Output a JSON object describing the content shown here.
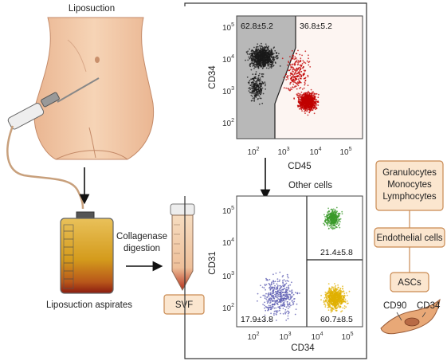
{
  "labels": {
    "liposuction": "Liposuction",
    "aspirates": "Liposuction aspirates",
    "collagenase": "Collagenase",
    "digestion": "digestion",
    "svf": "SVF",
    "other_cells": "Other cells",
    "cd90": "CD90",
    "cd34_cell": "CD34"
  },
  "boxes": {
    "blood_cells": [
      "Granulocytes",
      "Monocytes",
      "Lymphocytes"
    ],
    "endothelial": "Endothelial cells",
    "ascs": "ASCs"
  },
  "plot_top": {
    "xlabel": "CD45",
    "ylabel": "CD34",
    "x_ticks": [
      "10",
      "10",
      "10",
      "10"
    ],
    "y_ticks": [
      "10",
      "10",
      "10",
      "10"
    ],
    "exps": [
      "2",
      "3",
      "4",
      "5"
    ],
    "pct_left": "62.8±5.2",
    "pct_right": "36.8±5.2"
  },
  "plot_bottom": {
    "xlabel": "CD34",
    "ylabel": "CD31",
    "x_ticks": [
      "10",
      "10",
      "10",
      "10"
    ],
    "y_ticks": [
      "10",
      "10",
      "10",
      "10"
    ],
    "exps": [
      "2",
      "3",
      "4",
      "5"
    ],
    "pct_top_right": "21.4±5.8",
    "pct_bottom_left": "17.9±3.8",
    "pct_bottom_right": "60.7±8.5"
  },
  "colors": {
    "skin": "#f2c9a7",
    "fat": "#d9a21e",
    "box_fill": "#fbe6cf",
    "box_stroke": "#c98a52",
    "black_pop": "#1a1a1a",
    "red_pop": "#c00000",
    "green_pop": "#3a9a2a",
    "blue_pop": "#5a5ab0",
    "yellow_pop": "#e0b000"
  }
}
